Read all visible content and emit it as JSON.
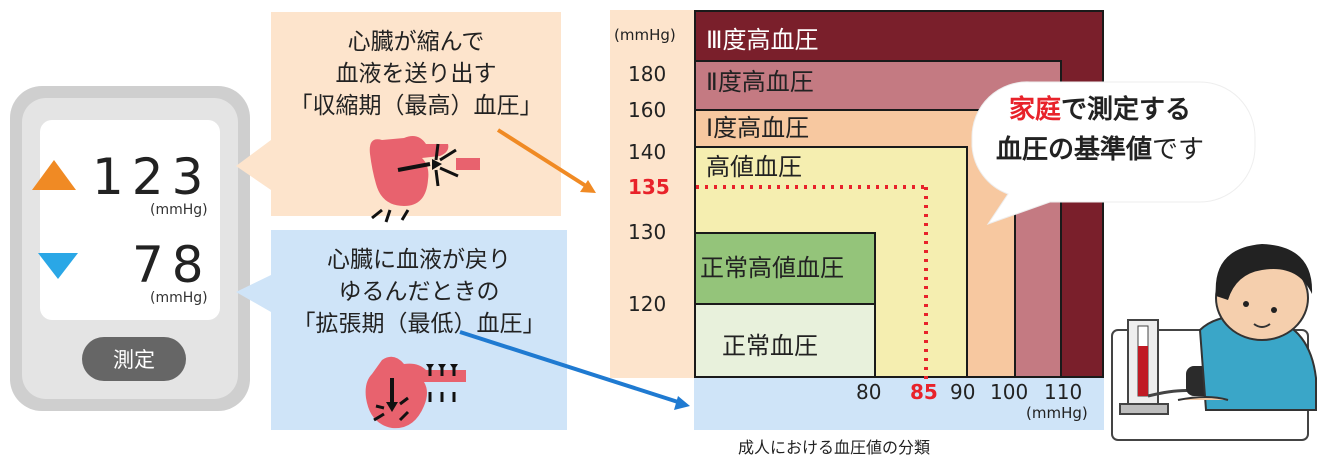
{
  "monitor": {
    "systolic_value": "123",
    "systolic_unit": "(mmHg)",
    "diastolic_value": "78",
    "diastolic_unit": "(mmHg)",
    "measure_button": "測定",
    "systolic_arrow_color": "#f08a24",
    "diastolic_arrow_color": "#2aa7e6"
  },
  "systolic_callout": {
    "lines": [
      "心臓が縮んで",
      "血液を送り出す",
      "「収縮期（最高）血圧」"
    ]
  },
  "diastolic_callout": {
    "lines": [
      "心臓に血液が戻り",
      "ゆるんだときの",
      "「拡張期（最低）血圧」"
    ]
  },
  "chart": {
    "y_unit": "(mmHg)",
    "x_unit": "(mmHg)",
    "y_ticks": [
      "180",
      "160",
      "140",
      "135",
      "130",
      "120"
    ],
    "x_ticks": [
      "80",
      "85",
      "90",
      "100",
      "110"
    ],
    "zones": [
      {
        "label": "Ⅲ度高血圧",
        "color": "#7a1f2b",
        "label_color": "#ffffff"
      },
      {
        "label": "Ⅱ度高血圧",
        "color": "#c47a82",
        "label_color": "#222222"
      },
      {
        "label": "Ⅰ度高血圧",
        "color": "#f7c8a0",
        "label_color": "#222222"
      },
      {
        "label": "高値血圧",
        "color": "#f5eeb0",
        "label_color": "#222222"
      },
      {
        "label": "正常高値血圧",
        "color": "#94c47a",
        "label_color": "#222222"
      },
      {
        "label": "正常血圧",
        "color": "#e8f1dc",
        "label_color": "#222222"
      }
    ],
    "home_threshold": {
      "systolic": "135",
      "diastolic": "85",
      "color": "#e8222a"
    },
    "caption": "成人における血圧値の分類"
  },
  "bubble": {
    "highlight": "家庭",
    "line1_rest": "で測定する",
    "line2_bold": "血圧の基準値",
    "line2_tail": "です"
  }
}
